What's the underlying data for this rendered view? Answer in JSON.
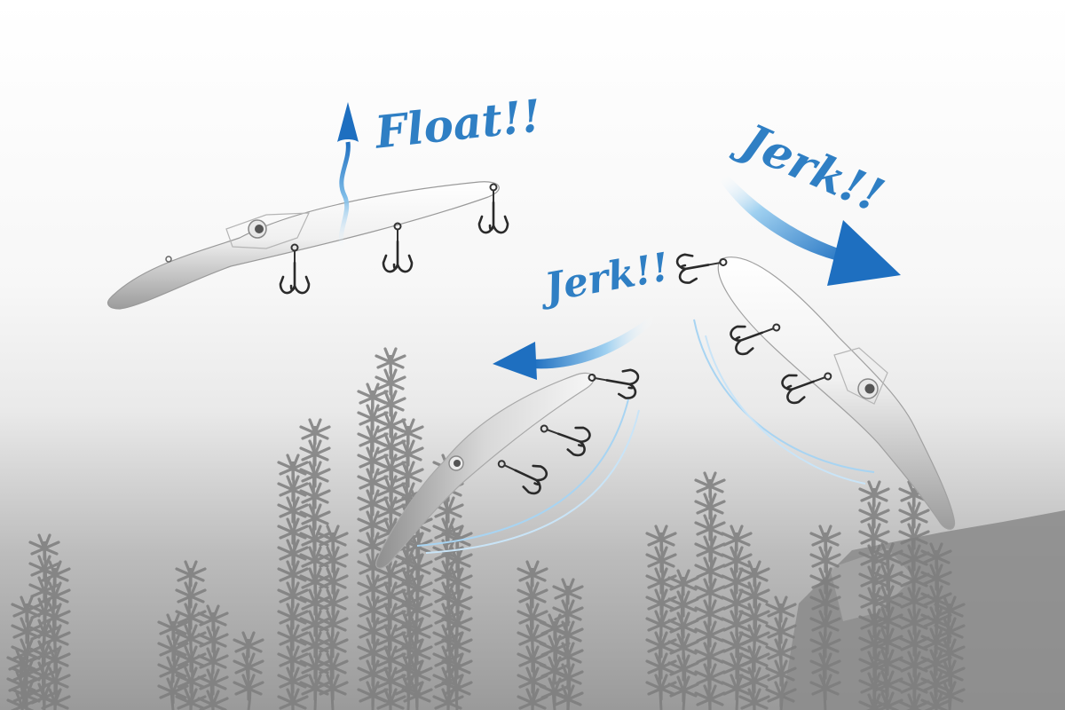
{
  "labels": {
    "float": "Float!!",
    "jerk_top": "Jerk!!",
    "jerk_mid": "Jerk!!"
  },
  "colors": {
    "accent_blue": "#2f7fc4",
    "light_blue": "#9fd0f0",
    "weed_gray": "#7d7d7d",
    "lure_body_light": "#f4f4f4",
    "lure_body_dark": "#9a9a9a"
  },
  "icons": {
    "float_arrow": "wavy-up-arrow-icon",
    "jerk_arrow_right": "curved-arrow-right-icon",
    "jerk_arrow_left": "curved-arrow-left-icon",
    "hook": "treble-hook-icon"
  }
}
